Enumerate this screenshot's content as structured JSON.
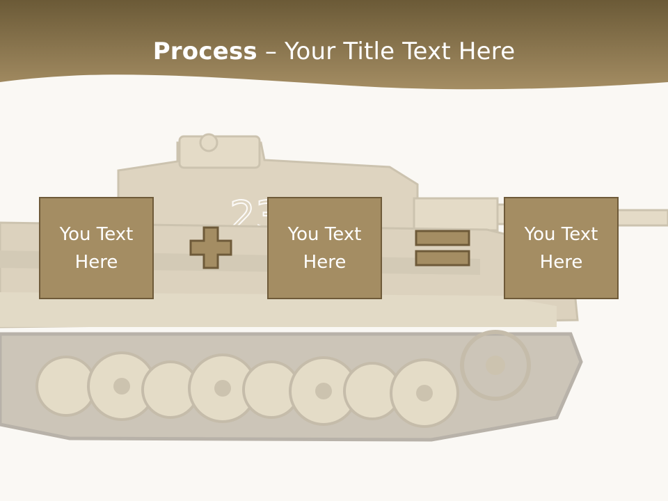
{
  "title": {
    "bold": "Process",
    "rest": " – Your Title Text Here"
  },
  "boxes": [
    {
      "label": "You Text\nHere"
    },
    {
      "label": "You Text\nHere"
    },
    {
      "label": "You Text\nHere"
    }
  ],
  "operators": {
    "plus": "plus-sign",
    "equals": "equals-sign"
  },
  "colors": {
    "header_dark": "#6b5a37",
    "header_light": "#a48d63",
    "box_fill": "#a48d63",
    "box_border": "#6e5a39",
    "background": "#faf8f4"
  }
}
